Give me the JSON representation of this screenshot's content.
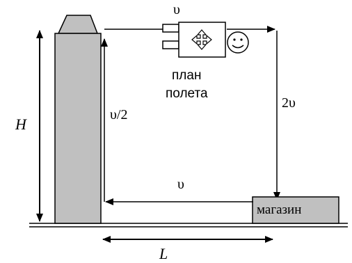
{
  "labels": {
    "speed_top": "υ",
    "speed_up": "υ/2",
    "speed_down": "2υ",
    "speed_bottom": "υ",
    "height": "H",
    "length": "L",
    "plan_line1": "план",
    "plan_line2": "полета",
    "shop": "магазин"
  },
  "colors": {
    "tower_fill": "#c0c0c0",
    "shop_fill": "#c0c0c0",
    "stroke": "#000000"
  }
}
